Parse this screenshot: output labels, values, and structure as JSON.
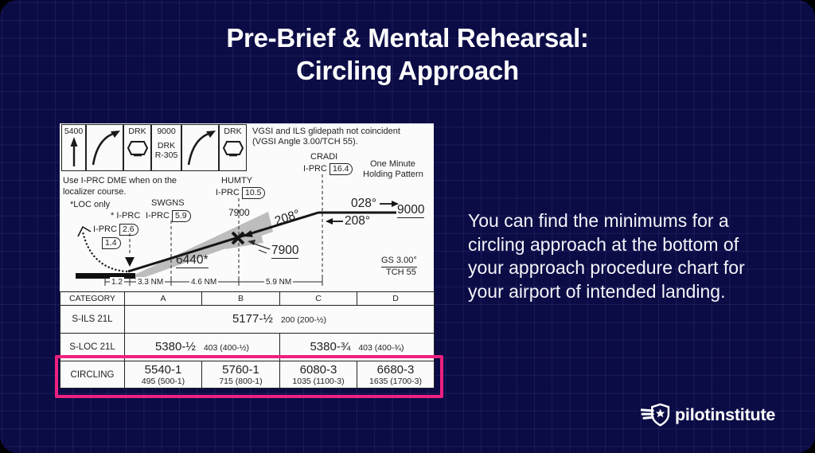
{
  "slide": {
    "title_line1": "Pre-Brief & Mental Rehearsal:",
    "title_line2": "Circling Approach",
    "body_lines": [
      "You can find the minimums for a",
      "circling approach at the bottom of",
      "your approach procedure chart for",
      "your airport of intended landing."
    ],
    "brand_text": "pilotinstitute",
    "colors": {
      "background": "#0B0B45",
      "accent_pink": "#EE2080",
      "plate_white": "#FBFBFB"
    }
  },
  "chart": {
    "header": {
      "alt_5400": "5400",
      "drk_left": "DRK",
      "climb_box": [
        "9000",
        "DRK",
        "R-305"
      ],
      "drk_right": "DRK",
      "vgsi_line1": "VGSI and ILS glidepath not coincident",
      "vgsi_line2": "(VGSI Angle 3.00/TCH 55)."
    },
    "profile": {
      "dme_note1": "Use I-PRC DME when on the",
      "dme_note2": "localizer course.",
      "loc_only": "*LOC only",
      "iprc_star": "* I-PRC",
      "iprc": "I-PRC",
      "dme_26": "2.6",
      "dme_14": "1.4",
      "swgns": "SWGNS",
      "swgns_dme": "5.9",
      "humty": "HUMTY",
      "humty_dme": "10.5",
      "cradi": "CRADI",
      "cradi_dme": "16.4",
      "holding1": "One Minute",
      "holding2": "Holding Pattern",
      "alt_7900_top": "7900",
      "alt_7900_callout": "7900",
      "alt_9000": "9000",
      "alt_6440": "6440*",
      "crs_outbound": "028°",
      "crs_inbound": "208°",
      "crs_slope": "208°",
      "gs": "GS 3.00°",
      "tch": "TCH 55",
      "d1": "1.2",
      "d2": "3.3 NM",
      "d3": "4.6 NM",
      "d4": "5.9 NM"
    },
    "minimums": {
      "headers": [
        "CATEGORY",
        "A",
        "B",
        "C",
        "D"
      ],
      "sils": {
        "cat": "S-ILS 21L",
        "main": "5177-½",
        "sub": "200 (200-½)"
      },
      "sloc": {
        "cat": "S-LOC 21L",
        "ab_main": "5380-½",
        "ab_sub": "403 (400-½)",
        "cd_main": "5380-¾",
        "cd_sub": "403 (400-¾)"
      },
      "circling": {
        "cat": "CIRCLING",
        "cells": [
          {
            "main": "5540-1",
            "sub": "495 (500-1)"
          },
          {
            "main": "5760-1",
            "sub": "715 (800-1)"
          },
          {
            "main": "6080-3",
            "sub": "1035 (1100-3)"
          },
          {
            "main": "6680-3",
            "sub": "1635 (1700-3)"
          }
        ]
      }
    }
  }
}
